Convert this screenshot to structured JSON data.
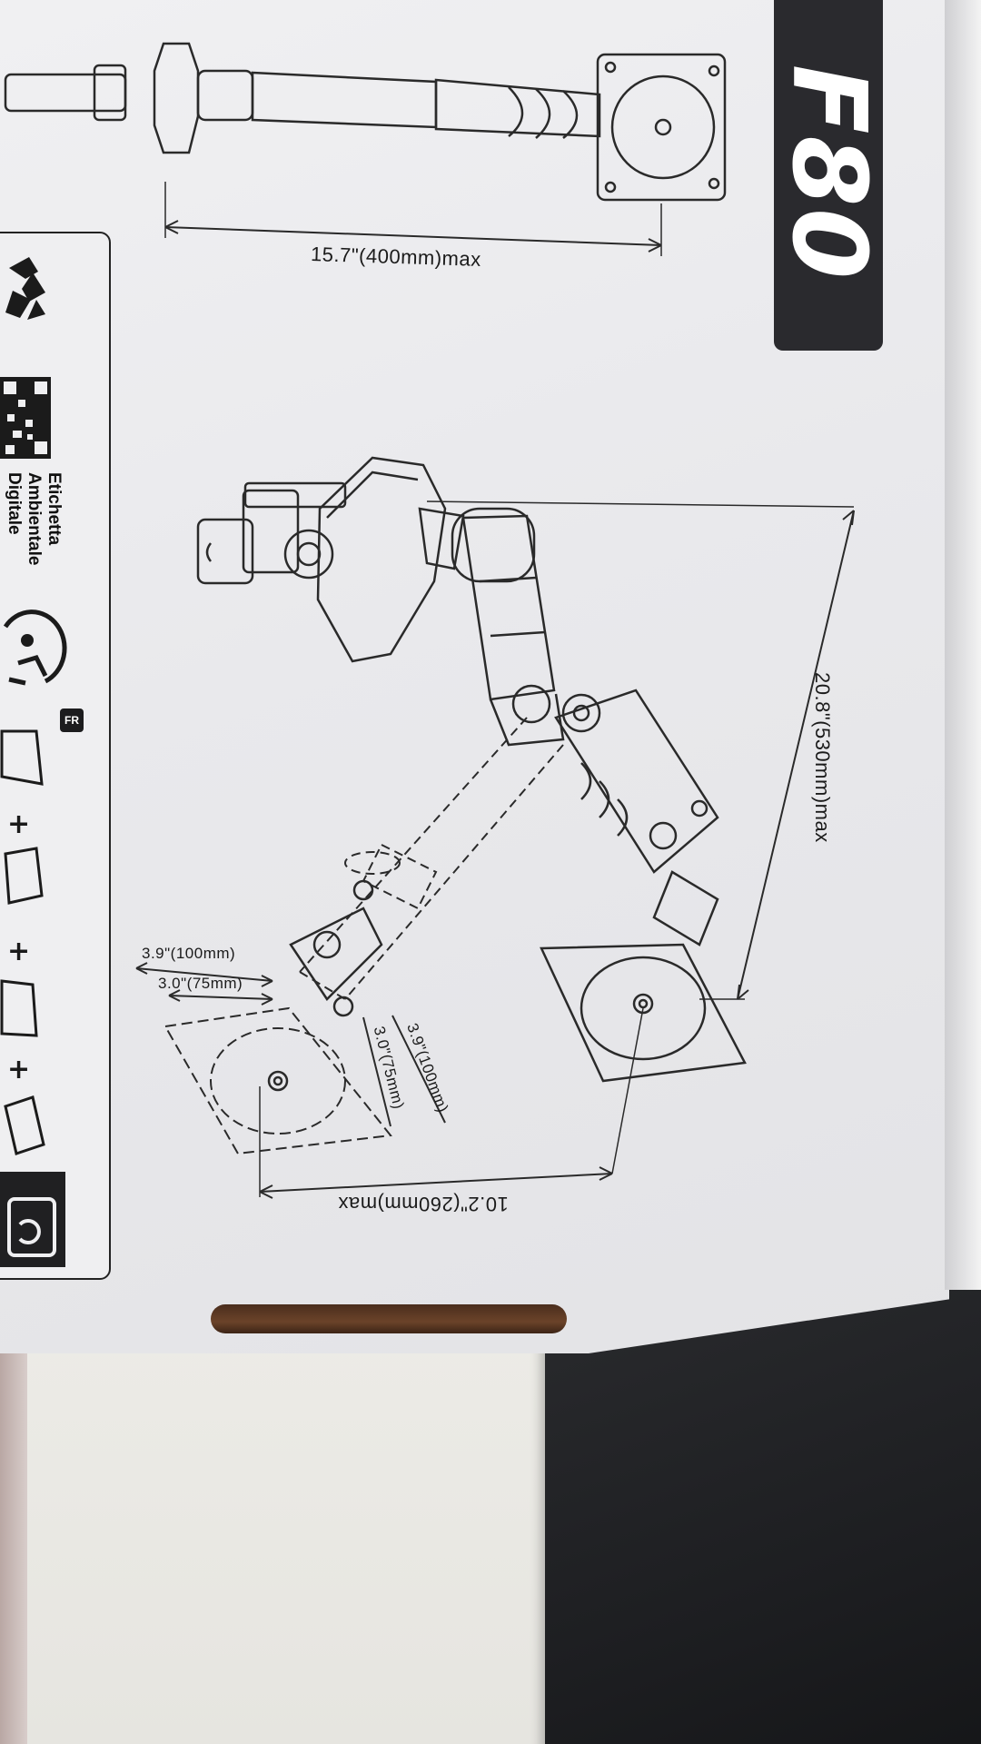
{
  "model": {
    "name": "F80"
  },
  "dimensions": {
    "top_arm_span": "15.7\"(400mm)max",
    "height_max": "20.8\"(530mm)max",
    "depth_max": "10.2\"(260mm)max",
    "vesa_h_100": "3.9\"(100mm)",
    "vesa_h_75": "3.0\"(75mm)",
    "vesa_v_75": "3.0\"(75mm)",
    "vesa_v_100": "3.9\"(100mm)"
  },
  "eco_panel": {
    "label_line1": "Etichetta",
    "label_line2": "Ambientale",
    "label_line3": "Digitale",
    "country_tag": "FR",
    "plus_symbol": "+"
  },
  "colors": {
    "box_surface": "#ececef",
    "banner": "#2a2a2e",
    "banner_text": "#ffffff",
    "line_art": "#2a2a2a",
    "mousepad": "#1d1e21",
    "handle_slot": "#5a3822"
  },
  "icons": {
    "recycle": "recycle-icon",
    "qr": "qr-code-icon",
    "triman": "triman-icon",
    "sort_bin": "sort-bin-icon"
  }
}
